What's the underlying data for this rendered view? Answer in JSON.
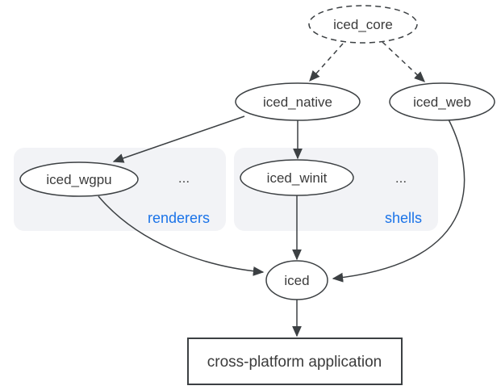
{
  "diagram": {
    "type": "dependency-graph",
    "subject": "iced ecosystem",
    "colors": {
      "background": "#ffffff",
      "stroke": "#3c4043",
      "node_fill": "#ffffff",
      "node_text": "#3b3b3b",
      "group_fill": "#f2f3f6",
      "group_label": "#1a73e8"
    },
    "nodes": {
      "iced_core": "iced_core",
      "iced_native": "iced_native",
      "iced_web": "iced_web",
      "iced_wgpu": "iced_wgpu",
      "iced_winit": "iced_winit",
      "iced": "iced",
      "app": "cross-platform application"
    },
    "groups": {
      "renderers": {
        "label": "renderers",
        "ellipsis": "..."
      },
      "shells": {
        "label": "shells",
        "ellipsis": "..."
      }
    },
    "edges": [
      {
        "from": "iced_core",
        "to": "iced_native",
        "style": "dashed"
      },
      {
        "from": "iced_core",
        "to": "iced_web",
        "style": "dashed"
      },
      {
        "from": "iced_native",
        "to": "iced_wgpu",
        "style": "solid"
      },
      {
        "from": "iced_native",
        "to": "iced_winit",
        "style": "solid"
      },
      {
        "from": "iced_wgpu",
        "to": "iced",
        "style": "solid"
      },
      {
        "from": "iced_winit",
        "to": "iced",
        "style": "solid"
      },
      {
        "from": "iced_web",
        "to": "iced",
        "style": "solid"
      },
      {
        "from": "iced",
        "to": "app",
        "style": "solid"
      }
    ]
  }
}
